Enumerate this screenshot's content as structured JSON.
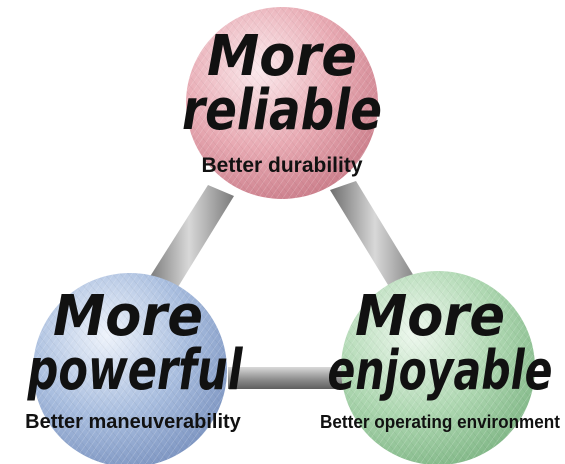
{
  "nodes": {
    "top": {
      "line1": "More",
      "line2": "reliable",
      "subtitle": "Better durability",
      "color": "#e2a0aa"
    },
    "left": {
      "line1": "More",
      "line2": "powerful",
      "subtitle": "Better maneuverability",
      "color": "#9fb4d8"
    },
    "right": {
      "line1": "More",
      "line2": "enjoyable",
      "subtitle": "Better operating environment",
      "color": "#a8d3ac"
    }
  },
  "connector_color": "#9a9a9a"
}
